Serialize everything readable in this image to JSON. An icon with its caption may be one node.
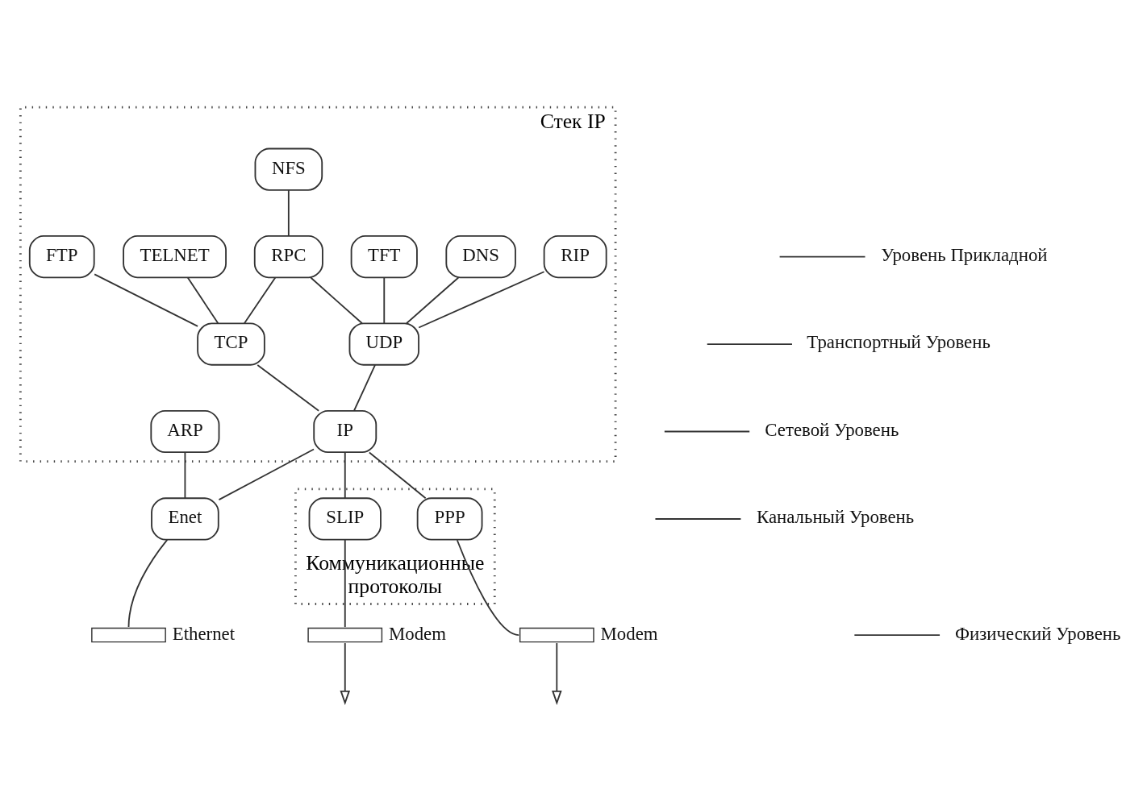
{
  "diagram": {
    "nodes": [
      {
        "text": [
          "Стек IP"
        ]
      },
      {
        "text": [
          "NFS"
        ],
        "in": 0
      },
      {
        "text": [
          "FTP"
        ],
        "in": 0
      },
      {
        "text": [
          "TELNET"
        ],
        "in": 0
      },
      {
        "text": [
          "RPC"
        ],
        "in": 0
      },
      {
        "text": [
          "TFT"
        ],
        "in": 0
      },
      {
        "text": [
          "DNS"
        ],
        "in": 0
      },
      {
        "text": [
          "RIP"
        ],
        "in": 0
      },
      {
        "text": [
          "TCP"
        ],
        "in": 0
      },
      {
        "text": [
          "UDP"
        ],
        "in": 0
      },
      {
        "text": [
          "ARP"
        ],
        "in": 0
      },
      {
        "text": [
          "IP"
        ],
        "in": 0
      },
      {
        "text": [
          "Коммуникационные протоколы"
        ]
      },
      {
        "text": [
          "SLIP"
        ],
        "in": 12
      },
      {
        "text": [
          "PPP"
        ],
        "in": 12
      },
      {
        "text": [
          "Enet"
        ]
      },
      {
        "text": [],
        "shape": "box",
        "beside": [
          "Ethernet"
        ]
      },
      {
        "text": [],
        "shape": "box",
        "beside": [
          "Modem"
        ]
      },
      {
        "text": [],
        "shape": "box",
        "beside": [
          "Modem"
        ]
      },
      {
        "text": [
          "Уровень Прикладной"
        ]
      },
      {
        "text": [
          "Транспортный Уровень"
        ]
      },
      {
        "text": [
          "Сетевой Уровень"
        ]
      },
      {
        "text": [
          "Канальный Уровень"
        ]
      },
      {
        "text": [
          "Физический Уровень"
        ]
      }
    ],
    "edges": [
      {
        "from": 1,
        "to": 4,
        "arrow": "none"
      },
      {
        "from": 2,
        "to": 8,
        "arrow": "none"
      },
      {
        "from": 3,
        "to": 8,
        "arrow": "none"
      },
      {
        "from": 4,
        "to": 8,
        "arrow": "none"
      },
      {
        "from": 4,
        "to": 9,
        "arrow": "none"
      },
      {
        "from": 5,
        "to": 9,
        "arrow": "none"
      },
      {
        "from": 6,
        "to": 9,
        "arrow": "none"
      },
      {
        "from": 7,
        "to": 9,
        "arrow": "none"
      },
      {
        "from": 8,
        "to": 11,
        "arrow": "none"
      },
      {
        "from": 9,
        "to": 11,
        "arrow": "none"
      },
      {
        "from": 11,
        "to": 15,
        "arrow": "none"
      },
      {
        "from": 11,
        "to": 13,
        "arrow": "none"
      },
      {
        "from": 11,
        "to": 14,
        "arrow": "none"
      },
      {
        "from": 10,
        "to": 15,
        "arrow": "none"
      },
      {
        "from": 15,
        "to": 16,
        "arrow": "none"
      },
      {
        "from": 13,
        "to": 17,
        "arrow": "none"
      },
      {
        "from": 14,
        "to": 18,
        "arrow": "none"
      },
      {
        "from": 17,
        "to": null,
        "arrow": "to"
      },
      {
        "from": 18,
        "to": null,
        "arrow": "to"
      },
      {
        "from": null,
        "to": 19,
        "arrow": "none"
      },
      {
        "from": null,
        "to": 20,
        "arrow": "none"
      },
      {
        "from": null,
        "to": 21,
        "arrow": "none"
      },
      {
        "from": null,
        "to": 22,
        "arrow": "none"
      },
      {
        "from": null,
        "to": 23,
        "arrow": "none"
      }
    ]
  }
}
